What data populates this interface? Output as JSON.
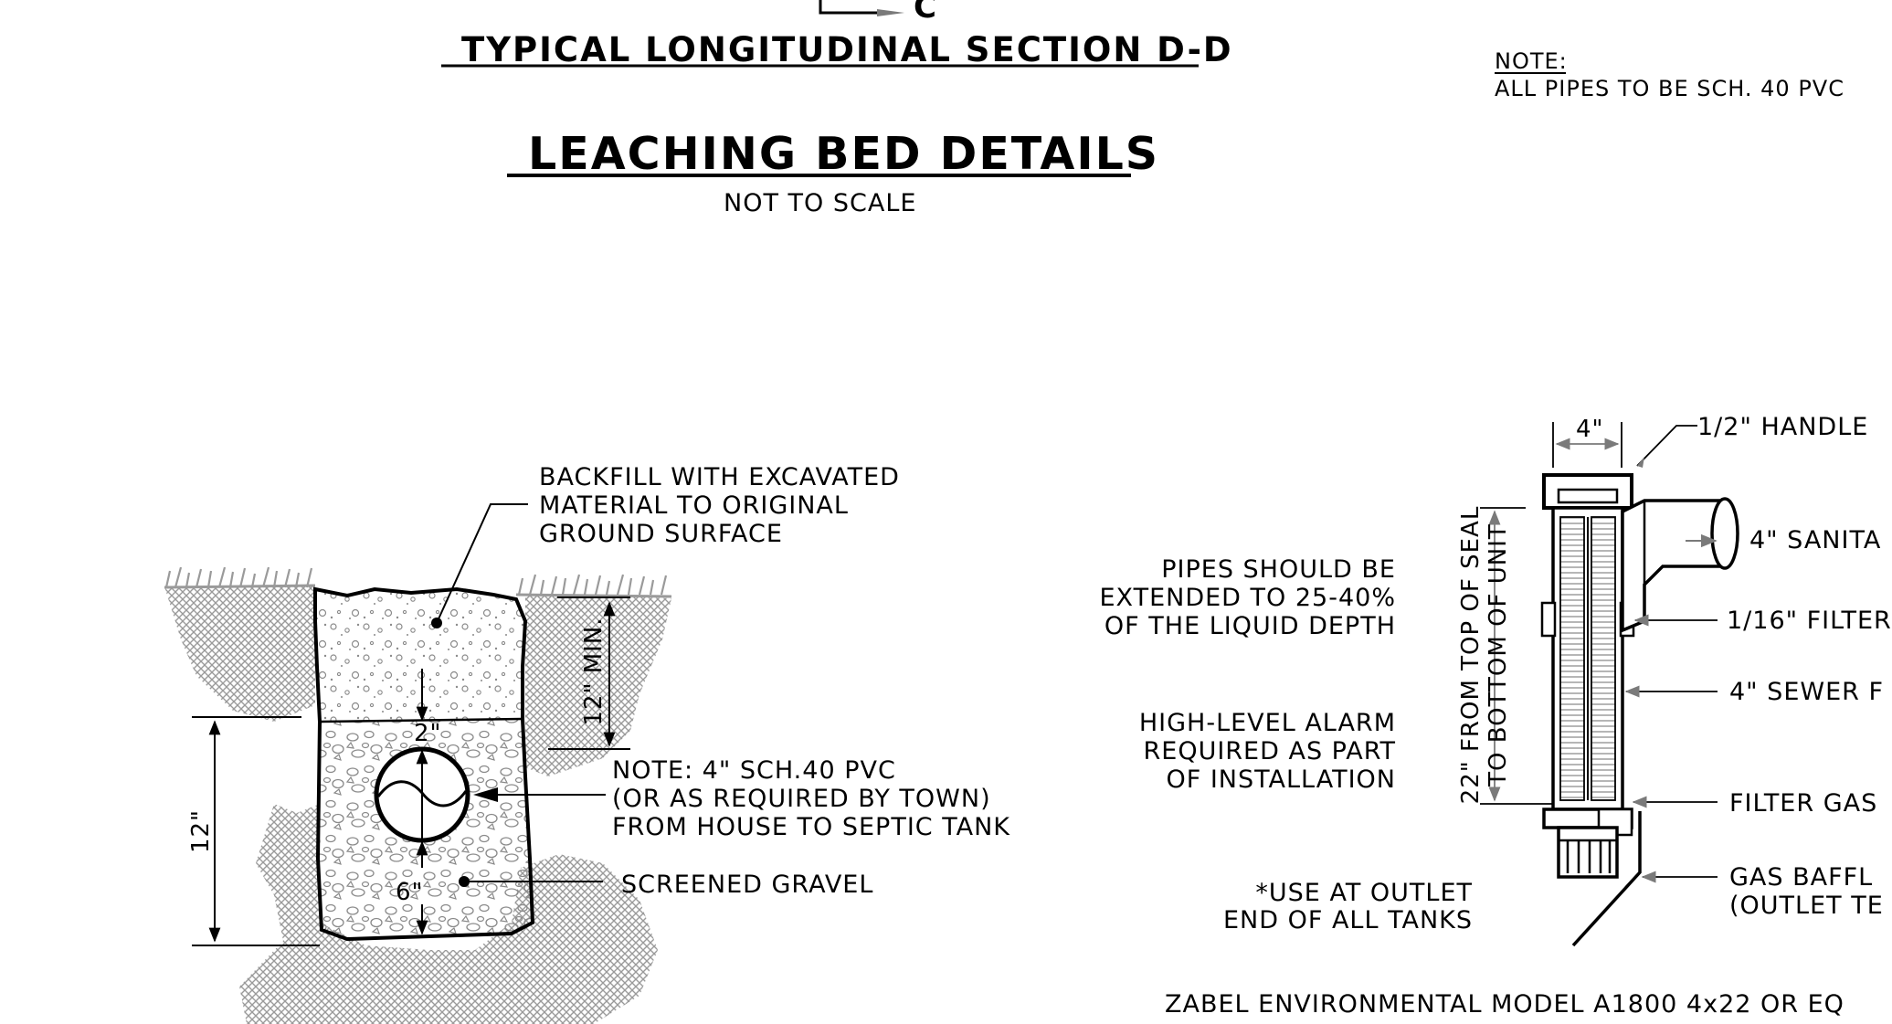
{
  "section": {
    "title": "TYPICAL LONGITUDINAL SECTION D-D",
    "cut_marker": "C"
  },
  "main_title": "LEACHING BED DETAILS",
  "scale_note": "NOT TO SCALE",
  "pipe_note": {
    "heading": "NOTE:",
    "text": "ALL PIPES TO BE SCH. 40 PVC"
  },
  "leaching_bed": {
    "backfill_label": [
      "BACKFILL WITH EXCAVATED",
      "MATERIAL TO ORIGINAL",
      "GROUND SURFACE"
    ],
    "pipe_label": [
      "NOTE: 4\" SCH.40 PVC",
      "(OR AS REQUIRED BY TOWN)",
      "FROM HOUSE TO SEPTIC TANK"
    ],
    "gravel_label": "SCREENED GRAVEL",
    "dim_cover": "12\" MIN.",
    "dim_top": "2\"",
    "dim_bottom": "6\"",
    "dim_depth": "12\""
  },
  "filter": {
    "notes_pipes": [
      "PIPES SHOULD BE",
      "EXTENDED TO 25-40%",
      "OF THE LIQUID DEPTH"
    ],
    "notes_alarm": [
      "HIGH-LEVEL ALARM",
      "REQUIRED AS PART",
      "OF INSTALLATION"
    ],
    "notes_outlet": [
      "*USE AT OUTLET",
      "END OF ALL TANKS"
    ],
    "dim_width": "4\"",
    "dim_height": [
      "22\" FROM TOP OF SEAL",
      "TO BOTTOM OF UNIT"
    ],
    "callouts": {
      "handle": "1/2\" HANDLE",
      "sanitary": "4\" SANITA",
      "filter": "1/16\" FILTER",
      "sewer": "4\" SEWER F",
      "gasket": "FILTER GAS",
      "baffle": "GAS BAFFL",
      "baffle_sub": "(OUTLET TE"
    },
    "model": "ZABEL ENVIRONMENTAL MODEL A1800 4x22 OR EQ"
  },
  "colors": {
    "ink": "#000000",
    "hatch": "#9a9a9a",
    "arrow": "#7a7a7a"
  }
}
